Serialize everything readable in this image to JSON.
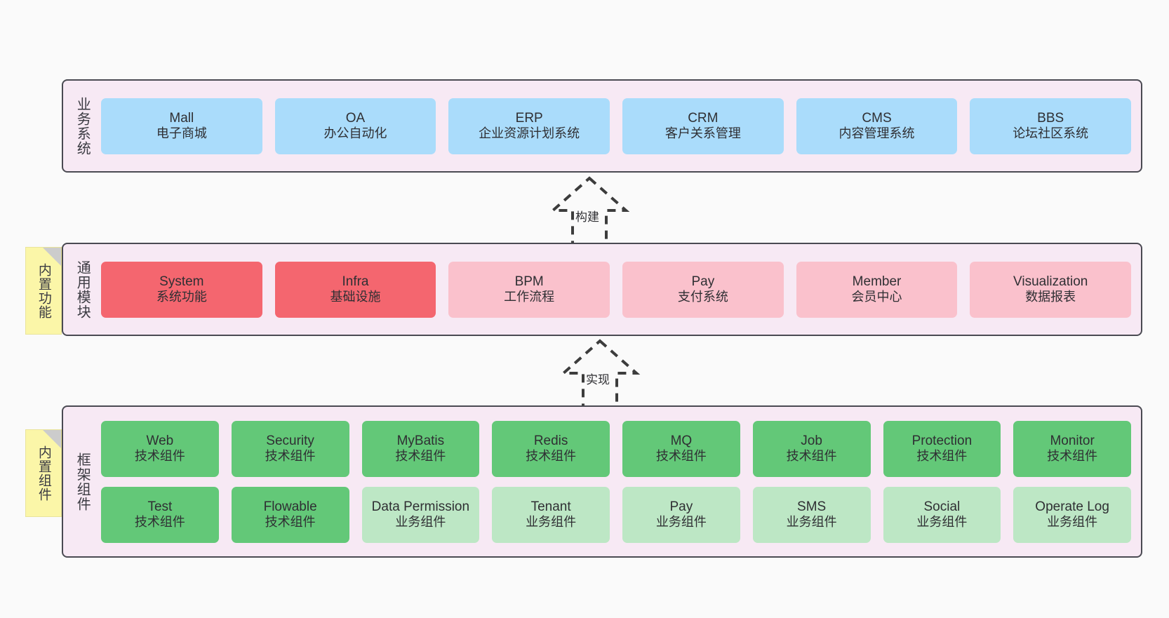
{
  "diagram": {
    "layers": [
      {
        "id": "business",
        "label": "业务系统",
        "rows": [
          [
            {
              "en": "Mall",
              "cn": "电子商城"
            },
            {
              "en": "OA",
              "cn": "办公自动化"
            },
            {
              "en": "ERP",
              "cn": "企业资源计划系统"
            },
            {
              "en": "CRM",
              "cn": "客户关系管理"
            },
            {
              "en": "CMS",
              "cn": "内容管理系统"
            },
            {
              "en": "BBS",
              "cn": "论坛社区系统"
            }
          ]
        ]
      },
      {
        "id": "modules",
        "label": "通用模块",
        "rows": [
          [
            {
              "en": "System",
              "cn": "系统功能",
              "accent": true
            },
            {
              "en": "Infra",
              "cn": "基础设施",
              "accent": true
            },
            {
              "en": "BPM",
              "cn": "工作流程"
            },
            {
              "en": "Pay",
              "cn": "支付系统"
            },
            {
              "en": "Member",
              "cn": "会员中心"
            },
            {
              "en": "Visualization",
              "cn": "数据报表"
            }
          ]
        ]
      },
      {
        "id": "framework",
        "label": "框架组件",
        "rows": [
          [
            {
              "en": "Web",
              "cn": "技术组件"
            },
            {
              "en": "Security",
              "cn": "技术组件"
            },
            {
              "en": "MyBatis",
              "cn": "技术组件"
            },
            {
              "en": "Redis",
              "cn": "技术组件"
            },
            {
              "en": "MQ",
              "cn": "技术组件"
            },
            {
              "en": "Job",
              "cn": "技术组件"
            },
            {
              "en": "Protection",
              "cn": "技术组件"
            },
            {
              "en": "Monitor",
              "cn": "技术组件"
            }
          ],
          [
            {
              "en": "Test",
              "cn": "技术组件"
            },
            {
              "en": "Flowable",
              "cn": "技术组件"
            },
            {
              "en": "Data Permission",
              "cn": "业务组件",
              "soft": true
            },
            {
              "en": "Tenant",
              "cn": "业务组件",
              "soft": true
            },
            {
              "en": "Pay",
              "cn": "业务组件",
              "soft": true
            },
            {
              "en": "SMS",
              "cn": "业务组件",
              "soft": true
            },
            {
              "en": "Social",
              "cn": "业务组件",
              "soft": true
            },
            {
              "en": "Operate Log",
              "cn": "业务组件",
              "soft": true
            }
          ]
        ]
      }
    ],
    "sticky_notes": [
      {
        "id": "functions",
        "text": "内置功能"
      },
      {
        "id": "components",
        "text": "内置组件"
      }
    ],
    "arrows": [
      {
        "id": "build",
        "label": "构建"
      },
      {
        "id": "impl",
        "label": "实现"
      }
    ],
    "colors": {
      "panel_bg": "#f7e9f4",
      "panel_border": "#4a4a52",
      "business_card": "#aadcfb",
      "module_card": "#fac1cc",
      "module_card_accent": "#f4666f",
      "framework_card": "#63c878",
      "framework_card_soft": "#bde7c5",
      "sticky_bg": "#fbf6a8",
      "page_bg": "#fafafa"
    }
  }
}
